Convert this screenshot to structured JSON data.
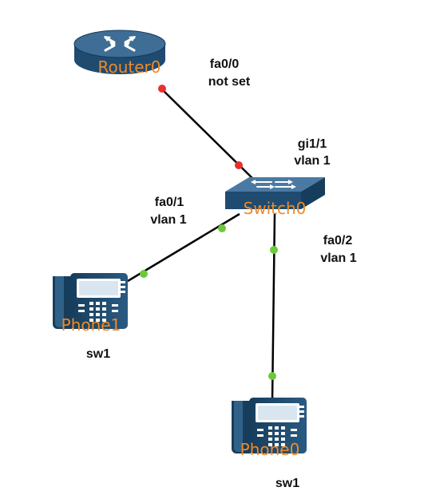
{
  "colors": {
    "device_fill": "#1f4b70",
    "device_top": "#3e6d95",
    "device_label": "#f08a25",
    "link": "#000000",
    "link_down": "#e8302c",
    "link_up": "#6cc93a"
  },
  "devices": {
    "router0": {
      "label": "Router0",
      "icon": "router-icon"
    },
    "switch0": {
      "label": "Switch0",
      "icon": "switch-icon"
    },
    "phone1": {
      "label": "Phone1",
      "icon": "ip-phone-icon",
      "caption": "sw1"
    },
    "phone0": {
      "label": "Phone0",
      "icon": "ip-phone-icon",
      "caption": "sw1"
    }
  },
  "ports": {
    "router_fa0_0": {
      "name": "fa0/0",
      "vlan": "not set",
      "status": "down"
    },
    "switch_gi1_1": {
      "name": "gi1/1",
      "vlan": "vlan 1",
      "status": "down"
    },
    "switch_fa0_1": {
      "name": "fa0/1",
      "vlan": "vlan 1",
      "status": "up"
    },
    "switch_fa0_2": {
      "name": "fa0/2",
      "vlan": "vlan 1",
      "status": "up"
    }
  }
}
